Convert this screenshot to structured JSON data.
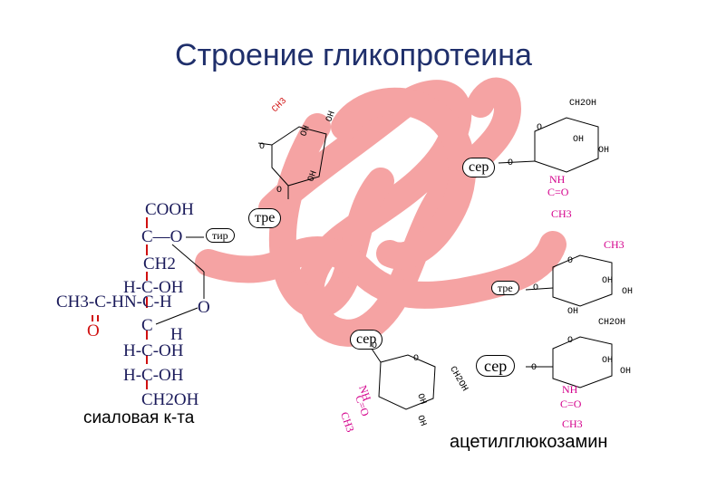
{
  "title": "Строение гликопротеина",
  "colors": {
    "chain": "#f5a3a3",
    "title": "#1f2f6b",
    "red": "#d01010",
    "magenta": "#d4008c"
  },
  "sialic": {
    "cooh": "COOH",
    "c_o": "C—O",
    "ch2": "CH2",
    "hcoh1": "H-C-OH",
    "nh": "CH3-C-HN-C-H",
    "o_ring": "O",
    "o_red": "O",
    "c_h_c": "C",
    "c_h_h": "H",
    "hcoh2": "H-C-OH",
    "hcoh3": "H-C-OH",
    "ch2oh": "CH2OH",
    "caption": "сиаловая к-та"
  },
  "amino": {
    "tyr": "тир",
    "thr1": "тре",
    "ser1": "сер",
    "thr2": "тре",
    "ser2": "сер",
    "ser3": "сер"
  },
  "ring_labels": {
    "ch3": "CH3",
    "oh": "OH",
    "o": "O",
    "ch2oh": "CH2OH",
    "nh": "NH",
    "c_o": "C=O"
  },
  "caption_right": "ацетилглюкозамин"
}
